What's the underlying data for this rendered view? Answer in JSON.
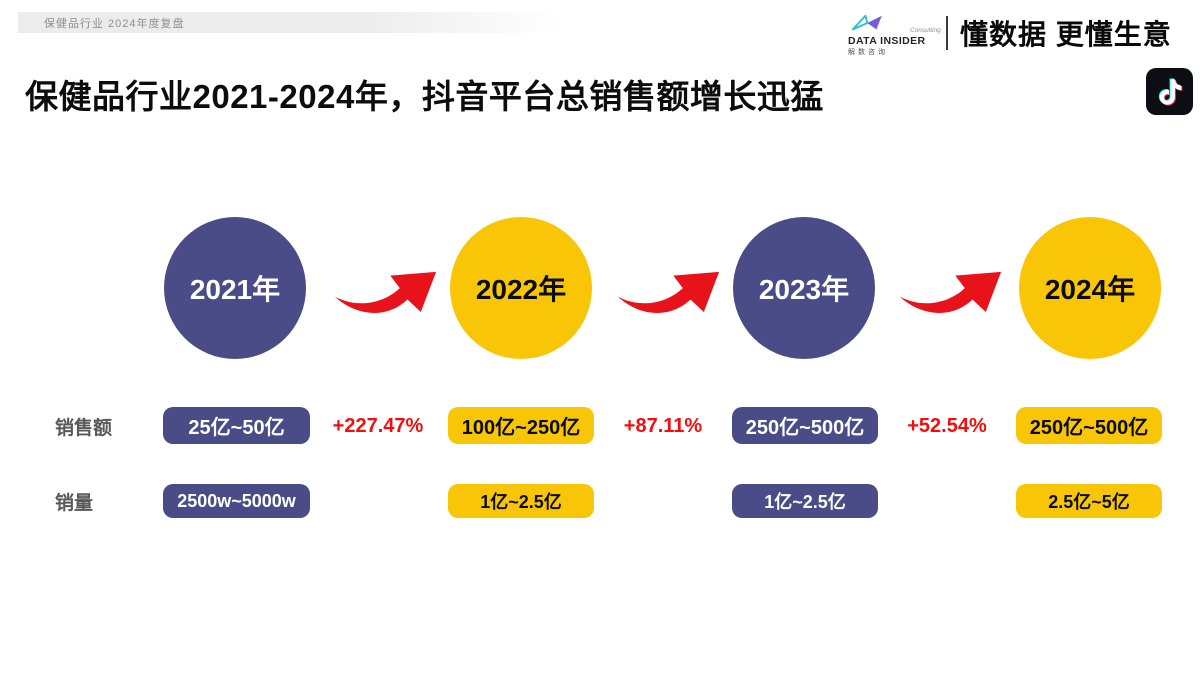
{
  "slide": {
    "breadcrumb": "保健品行业 2024年度复盘",
    "title": "保健品行业2021-2024年，抖音平台总销售额增长迅猛"
  },
  "brand": {
    "name": "DATA INSIDER",
    "script": "Consulting",
    "name_cn": "解数咨询",
    "slogan": "懂数据 更懂生意"
  },
  "rows": {
    "sales_label": "销售额",
    "volume_label": "销量"
  },
  "years": [
    {
      "label": "2021年",
      "theme": "purple",
      "sales": "25亿~50亿",
      "volume": "2500w~5000w"
    },
    {
      "label": "2022年",
      "theme": "yellow",
      "sales": "100亿~250亿",
      "volume": "1亿~2.5亿"
    },
    {
      "label": "2023年",
      "theme": "purple",
      "sales": "250亿~500亿",
      "volume": "1亿~2.5亿"
    },
    {
      "label": "2024年",
      "theme": "yellow",
      "sales": "250亿~500亿",
      "volume": "2.5亿~5亿"
    }
  ],
  "transitions": [
    {
      "rate": "+227.47%"
    },
    {
      "rate": "+87.11%"
    },
    {
      "rate": "+52.54%"
    }
  ],
  "icons": {
    "douyin": "douyin-note-icon",
    "arrow": "curved-growth-arrow",
    "logo": "data-insider-bowtie-logo"
  },
  "colors": {
    "purple": "#4A4C88",
    "yellow": "#F8C606",
    "arrow_red": "#E8121A",
    "rate_red": "#F40D0D",
    "topbar_gray": "#ECECEC",
    "label_gray": "#595959"
  },
  "chart_data": {
    "type": "table",
    "title": "保健品行业2021-2024年，抖音平台总销售额增长迅猛",
    "categories": [
      "2021年",
      "2022年",
      "2023年",
      "2024年"
    ],
    "series": [
      {
        "name": "销售额",
        "values": [
          "25亿~50亿",
          "100亿~250亿",
          "250亿~500亿",
          "250亿~500亿"
        ]
      },
      {
        "name": "销量",
        "values": [
          "2500w~5000w",
          "1亿~2.5亿",
          "1亿~2.5亿",
          "2.5亿~5亿"
        ]
      }
    ],
    "growth_rates_sales": [
      "+227.47%",
      "+87.11%",
      "+52.54%"
    ],
    "layout": "timeline of 4 year circles (alternating purple/yellow) joined by red curved growth arrows; two badge rows beneath"
  }
}
